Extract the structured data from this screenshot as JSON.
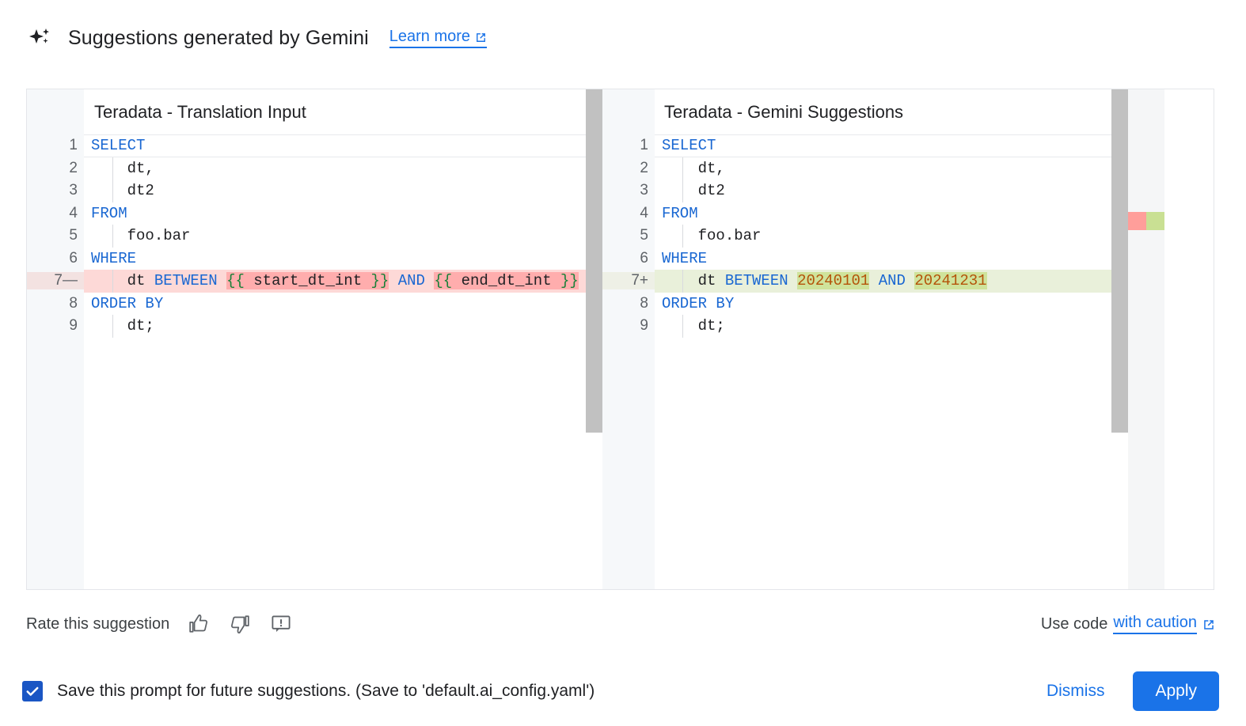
{
  "header": {
    "sparkle_icon": "sparkle-icon",
    "title": "Suggestions generated by Gemini",
    "learn_more_label": "Learn more",
    "external_icon": "external-link-icon"
  },
  "diff": {
    "left": {
      "pane_title": "Teradata - Translation Input",
      "lines": [
        {
          "number": "1",
          "sign": "",
          "type": "current",
          "tokens": [
            {
              "text": "SELECT",
              "cls": "kw"
            }
          ]
        },
        {
          "number": "2",
          "sign": "",
          "type": "normal",
          "tokens": [
            {
              "text": "    dt,",
              "cls": "plain"
            }
          ]
        },
        {
          "number": "3",
          "sign": "",
          "type": "normal",
          "tokens": [
            {
              "text": "    dt2",
              "cls": "plain"
            }
          ]
        },
        {
          "number": "4",
          "sign": "",
          "type": "normal",
          "tokens": [
            {
              "text": "FROM",
              "cls": "kw"
            }
          ]
        },
        {
          "number": "5",
          "sign": "",
          "type": "normal",
          "tokens": [
            {
              "text": "    foo.bar",
              "cls": "plain"
            }
          ]
        },
        {
          "number": "6",
          "sign": "",
          "type": "normal",
          "tokens": [
            {
              "text": "WHERE",
              "cls": "kw"
            }
          ]
        },
        {
          "number": "7",
          "sign": "—",
          "type": "del",
          "tokens": [
            {
              "text": "    dt ",
              "cls": "plain"
            },
            {
              "text": "BETWEEN",
              "cls": "kw"
            },
            {
              "text": " ",
              "cls": "plain"
            },
            {
              "text": "{{",
              "cls": "brace w-del"
            },
            {
              "text": " start_dt_int ",
              "cls": "plain w-del"
            },
            {
              "text": "}}",
              "cls": "brace w-del"
            },
            {
              "text": " ",
              "cls": "plain"
            },
            {
              "text": "AND",
              "cls": "kw"
            },
            {
              "text": " ",
              "cls": "plain"
            },
            {
              "text": "{{",
              "cls": "brace w-del"
            },
            {
              "text": " end_dt_int ",
              "cls": "plain w-del"
            },
            {
              "text": "}}",
              "cls": "brace w-del"
            }
          ]
        },
        {
          "number": "8",
          "sign": "",
          "type": "normal",
          "tokens": [
            {
              "text": "ORDER BY",
              "cls": "kw"
            }
          ]
        },
        {
          "number": "9",
          "sign": "",
          "type": "normal",
          "tokens": [
            {
              "text": "    dt;",
              "cls": "plain"
            }
          ]
        }
      ]
    },
    "right": {
      "pane_title": "Teradata - Gemini Suggestions",
      "lines": [
        {
          "number": "1",
          "sign": "",
          "type": "current",
          "tokens": [
            {
              "text": "SELECT",
              "cls": "kw"
            }
          ]
        },
        {
          "number": "2",
          "sign": "",
          "type": "normal",
          "tokens": [
            {
              "text": "    dt,",
              "cls": "plain"
            }
          ]
        },
        {
          "number": "3",
          "sign": "",
          "type": "normal",
          "tokens": [
            {
              "text": "    dt2",
              "cls": "plain"
            }
          ]
        },
        {
          "number": "4",
          "sign": "",
          "type": "normal",
          "tokens": [
            {
              "text": "FROM",
              "cls": "kw"
            }
          ]
        },
        {
          "number": "5",
          "sign": "",
          "type": "normal",
          "tokens": [
            {
              "text": "    foo.bar",
              "cls": "plain"
            }
          ]
        },
        {
          "number": "6",
          "sign": "",
          "type": "normal",
          "tokens": [
            {
              "text": "WHERE",
              "cls": "kw"
            }
          ]
        },
        {
          "number": "7",
          "sign": "+",
          "type": "ins",
          "tokens": [
            {
              "text": "    dt ",
              "cls": "plain"
            },
            {
              "text": "BETWEEN",
              "cls": "kw"
            },
            {
              "text": " ",
              "cls": "plain"
            },
            {
              "text": "20240101",
              "cls": "num w-ins"
            },
            {
              "text": " ",
              "cls": "plain"
            },
            {
              "text": "AND",
              "cls": "kw"
            },
            {
              "text": " ",
              "cls": "plain"
            },
            {
              "text": "20241231",
              "cls": "num w-ins"
            }
          ]
        },
        {
          "number": "8",
          "sign": "",
          "type": "normal",
          "tokens": [
            {
              "text": "ORDER BY",
              "cls": "kw"
            }
          ]
        },
        {
          "number": "9",
          "sign": "",
          "type": "normal",
          "tokens": [
            {
              "text": "    dt;",
              "cls": "plain"
            }
          ]
        }
      ]
    },
    "overview_ruler": {
      "deleted_color": "#ff9e9a",
      "inserted_color": "#c9e093"
    }
  },
  "rate": {
    "label": "Rate this suggestion",
    "thumb_up_icon": "thumb-up-icon",
    "thumb_down_icon": "thumb-down-icon",
    "report_icon": "report-feedback-icon",
    "use_code_prefix": "Use code",
    "caution_link_label": "with caution",
    "external_icon": "external-link-icon"
  },
  "footer": {
    "checkbox_checked": true,
    "checkbox_label": "Save this prompt for future suggestions. (Save to 'default.ai_config.yaml')",
    "dismiss_label": "Dismiss",
    "apply_label": "Apply"
  },
  "colors": {
    "accent": "#1a73e8",
    "keyword": "#1967d2",
    "number": "#b45309",
    "brace": "#188038",
    "delete_bg": "#fdd9d7",
    "insert_bg": "#e9f0da"
  }
}
